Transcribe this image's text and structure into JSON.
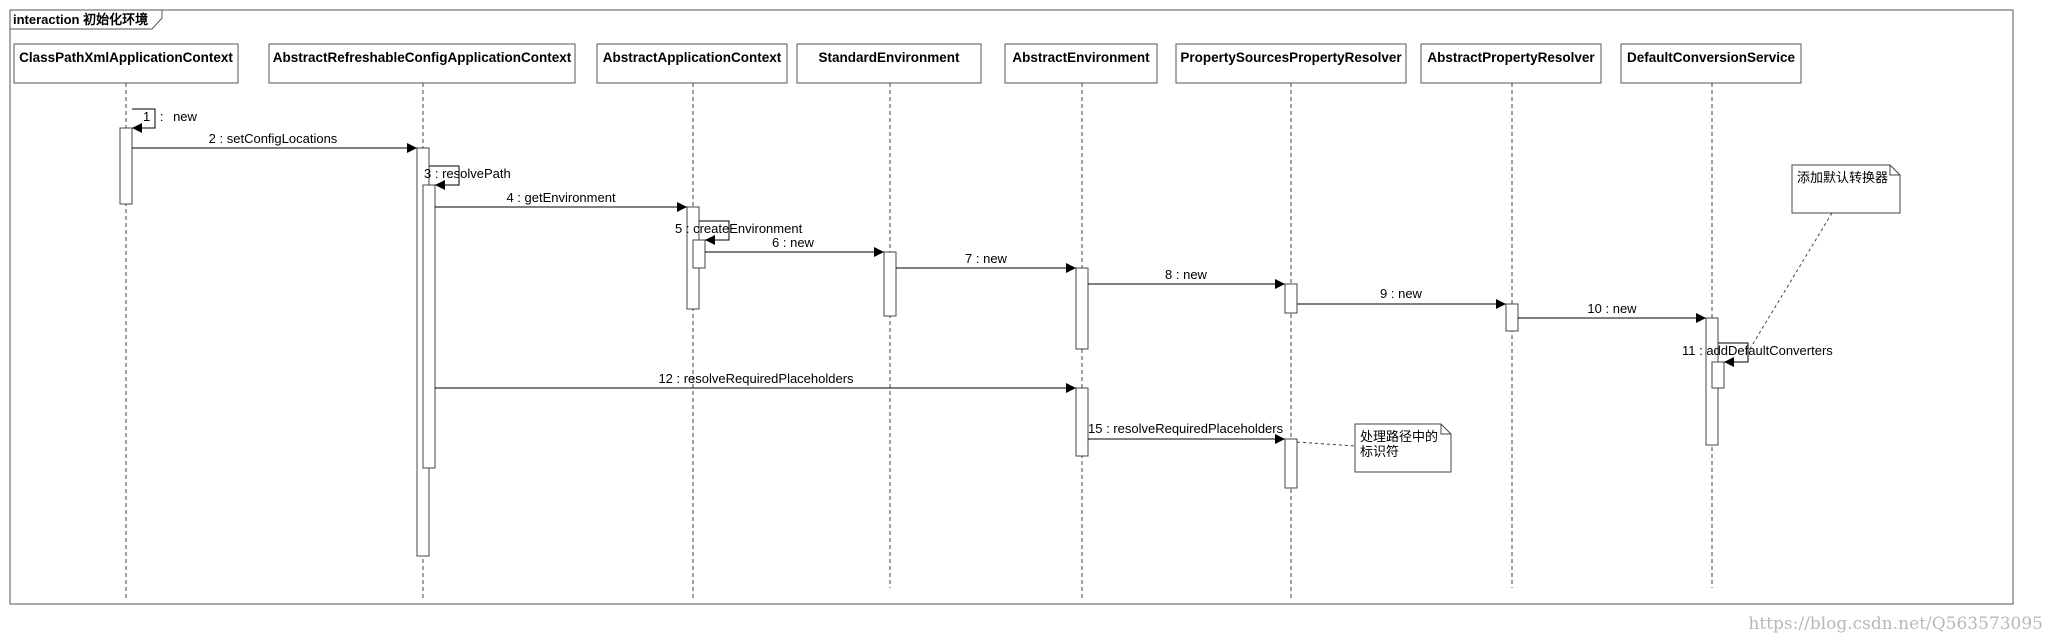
{
  "frame": {
    "title": "interaction 初始化环境"
  },
  "lifelines": [
    "ClassPathXmlApplicationContext",
    "AbstractRefreshableConfigApplicationContext",
    "AbstractApplicationContext",
    "StandardEnvironment",
    "AbstractEnvironment",
    "PropertySourcesPropertyResolver",
    "AbstractPropertyResolver",
    "DefaultConversionService"
  ],
  "messages": [
    {
      "label": "1 : new"
    },
    {
      "label": "2 : setConfigLocations"
    },
    {
      "label": "3 : resolvePath"
    },
    {
      "label": "4 : getEnvironment"
    },
    {
      "label": "5 : createEnvironment"
    },
    {
      "label": "6 : new"
    },
    {
      "label": "7 : new"
    },
    {
      "label": "8 : new"
    },
    {
      "label": "9 : new"
    },
    {
      "label": "10 : new"
    },
    {
      "label": "11 : addDefaultConverters"
    },
    {
      "label": "12 : resolveRequiredPlaceholders"
    },
    {
      "label": "15 : resolveRequiredPlaceholders"
    }
  ],
  "notes": [
    {
      "lines": [
        "添加默认转换器"
      ]
    },
    {
      "lines": [
        "处理路径中的",
        "标识符"
      ]
    }
  ],
  "watermark": "https://blog.csdn.net/Q563573095"
}
